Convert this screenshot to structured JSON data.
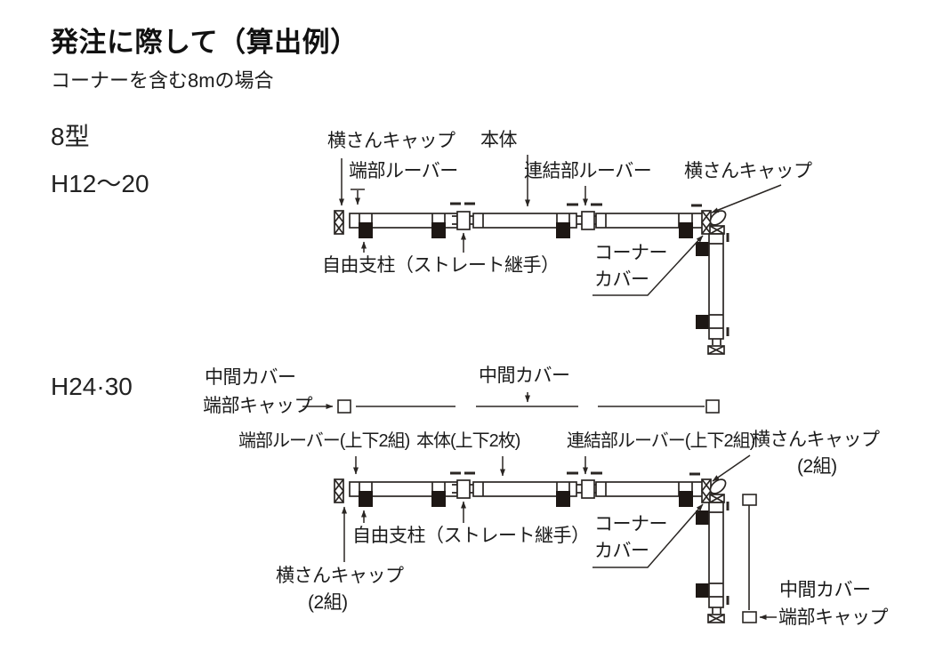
{
  "page": {
    "title": "発注に際して（算出例）",
    "subtitle": "コーナーを含む8mの場合"
  },
  "d1": {
    "model": "8型",
    "height_range": "H12〜20",
    "cap_left": "横さんキャップ",
    "end_louver": "端部ルーバー",
    "body": "本体",
    "joint_louver": "連結部ルーバー",
    "cap_right": "横さんキャップ",
    "free_post": "自由支柱（ストレート継手）",
    "corner_cover_1": "コーナー",
    "corner_cover_2": "カバー"
  },
  "d2": {
    "height_range": "H24·30",
    "mid_cover_left_1": "中間カバー",
    "mid_cover_left_2": "端部キャップ",
    "mid_cover_top": "中間カバー",
    "end_louver": "端部ルーバー(上下2組)",
    "body": "本体(上下2枚)",
    "joint_louver": "連結部ルーバー(上下2組)",
    "cap_right_1": "横さんキャップ",
    "cap_right_2": "(2組)",
    "free_post": "自由支柱（ストレート継手）",
    "corner_cover_1": "コーナー",
    "corner_cover_2": "カバー",
    "cap_left_1": "横さんキャップ",
    "cap_left_2": "(2組)",
    "mid_cover_bottom_1": "中間カバー",
    "mid_cover_bottom_2": "端部キャップ"
  },
  "colors": {
    "ink": "#1b1b1b",
    "line": "#2a2623",
    "post_fill": "#1d1714"
  }
}
